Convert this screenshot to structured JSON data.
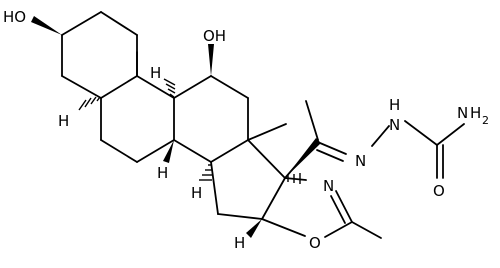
{
  "molecule": {
    "labels": {
      "ho_3": "HO",
      "oh_11": "OH",
      "h_5": "H",
      "h_9": "H",
      "h_8": "H",
      "h_14": "H",
      "h_16": "H",
      "n_oxazoline": "N",
      "o_oxazoline": "O",
      "n_hydrazone": "N",
      "nh_hydrazone": "H",
      "nh_hydrazone_n": "N",
      "nh2_n": "N",
      "nh2_h": "H",
      "nh2_sub": "2",
      "o_carbonyl": "O"
    }
  }
}
